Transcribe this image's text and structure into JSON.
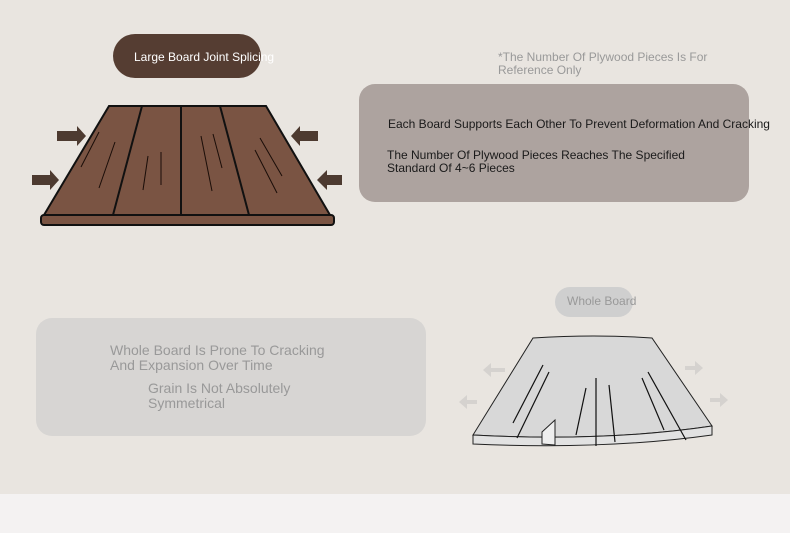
{
  "splice": {
    "label": "Large Board Joint Splicing",
    "color": "#553d32",
    "board_color": "#7a5443"
  },
  "note": "*The Number Of Plywood Pieces Is For Reference Only",
  "benefits": [
    "Each Board Supports Each Other To Prevent Deformation And Cracking",
    "The Number Of Plywood Pieces Reaches The Specified Standard Of 4~6 Pieces"
  ],
  "whole": {
    "label": "Whole Board",
    "issues": [
      "Whole Board Is Prone To Cracking And Expansion Over Time",
      "Grain Is Not Absolutely Symmetrical"
    ]
  }
}
